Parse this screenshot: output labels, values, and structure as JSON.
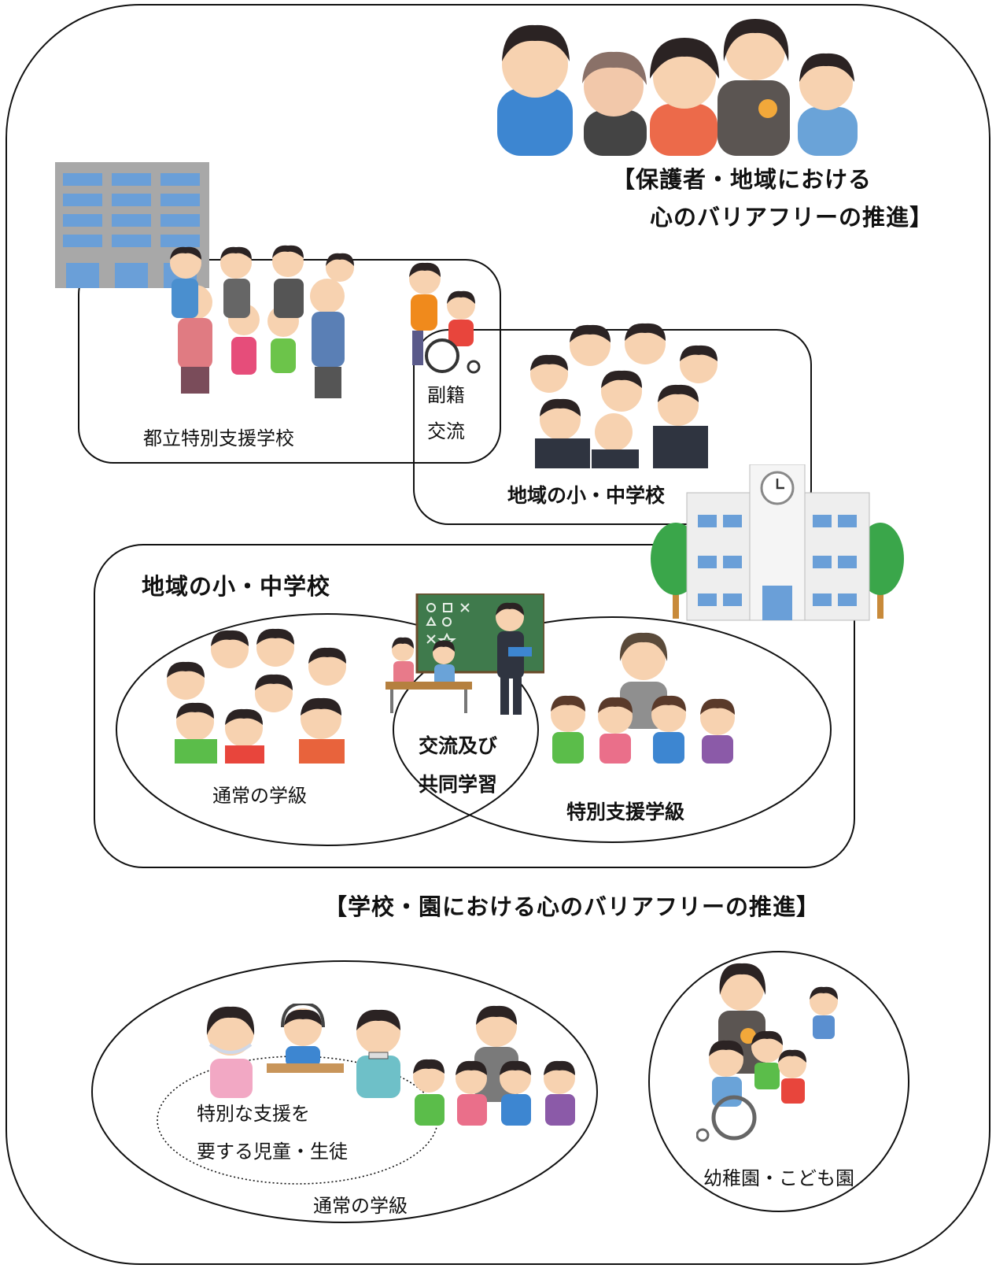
{
  "titles": {
    "community_line1": "【保護者・地域における",
    "community_line2": "心のバリアフリーの推進】",
    "school": "【学校・園における心のバリアフリーの推進】"
  },
  "upper": {
    "special_school": "都立特別支援学校",
    "secondary_registry_line1": "副籍",
    "secondary_registry_line2": "交流",
    "local_school": "地域の小・中学校"
  },
  "middle": {
    "local_school": "地域の小・中学校",
    "regular_class": "通常の学級",
    "exchange_line1": "交流及び",
    "exchange_line2": "共同学習",
    "special_class": "特別支援学級"
  },
  "lower": {
    "support_line1": "特別な支援を",
    "support_line2": "要する児童・生徒",
    "regular_class": "通常の学級",
    "kindergarten": "幼稚園・こども園"
  },
  "colors": {
    "outline": "#111111",
    "building_blue": "#6a9fd8",
    "board_green": "#3f7a4c",
    "tree_green": "#3aa64a",
    "skin": "#f7d2b0",
    "hair": "#2b2323"
  },
  "icons": [
    "people-group-icon",
    "apartment-building-icon",
    "wheelchair-icon",
    "school-building-icon",
    "blackboard-icon",
    "teacher-icon",
    "clock-icon",
    "tree-icon"
  ]
}
